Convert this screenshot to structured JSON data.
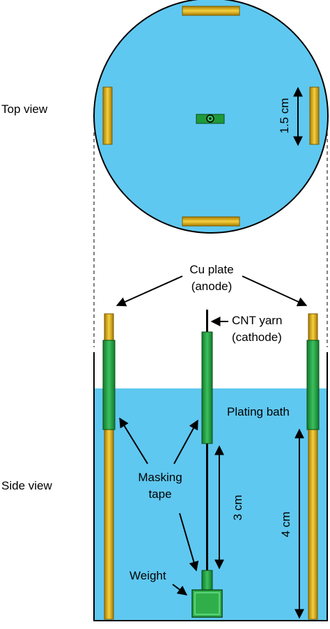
{
  "labels": {
    "top_view": "Top view",
    "side_view": "Side view",
    "cu_plate_line1": "Cu plate",
    "cu_plate_line2": "(anode)",
    "cnt_line1": "CNT yarn",
    "cnt_line2": "(cathode)",
    "plating_bath": "Plating bath",
    "masking_line1": "Masking",
    "masking_line2": "tape",
    "weight": "Weight",
    "dim_top": "1.5 cm",
    "dim_3cm": "3 cm",
    "dim_4cm": "4 cm"
  },
  "colors": {
    "bath": "#5fc8f0",
    "gold": "#d8a800",
    "gold_light": "#f2cc2a",
    "green": "#1f9a3a",
    "green_light": "#3cc060",
    "outline": "#000000"
  }
}
